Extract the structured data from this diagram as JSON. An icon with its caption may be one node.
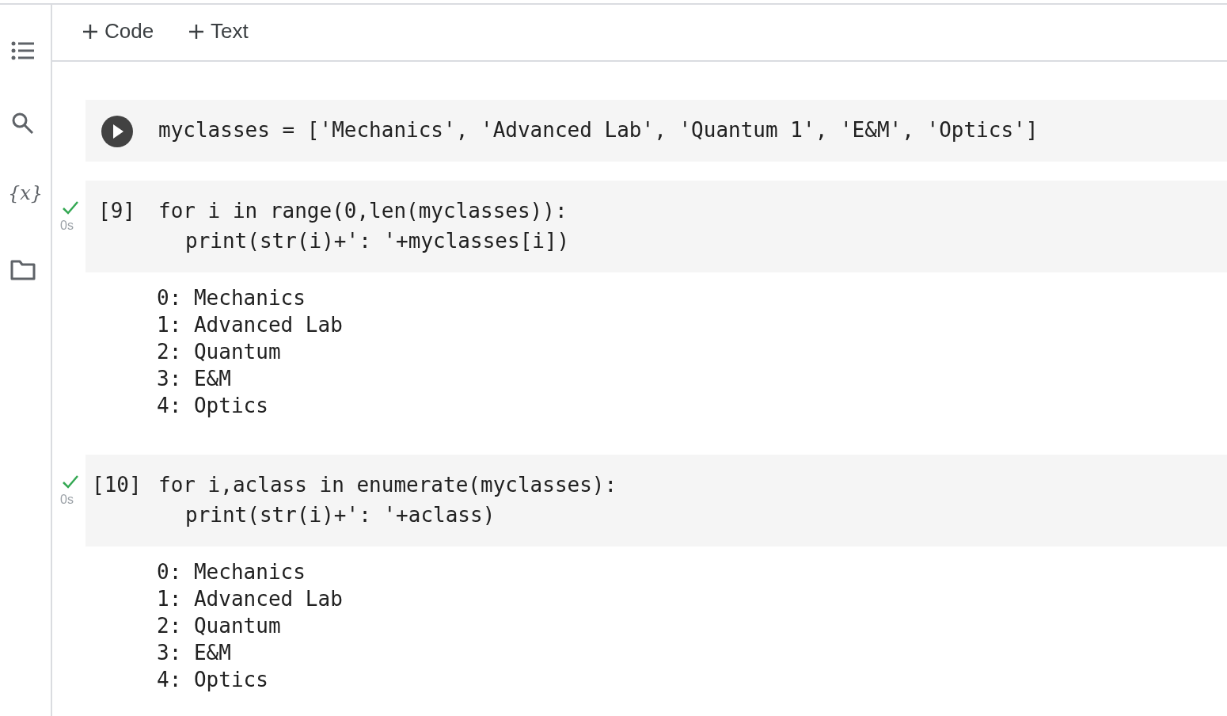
{
  "diagram": {
    "labels": [
      "Code",
      "Text",
      "{x}",
      "myclasses = ['Mechanics', 'Advanced Lab', 'Quantum 1', 'E&M', 'Optics']",
      "[9]",
      "0s",
      "for i in range(0,len(myclasses)):",
      "print(str(i)+': '+myclasses[i])",
      "0: Mechanics",
      "1: Advanced Lab",
      "2: Quantum",
      "3: E&M",
      "4: Optics",
      "[10]",
      "0s",
      "for i,aclass in enumerate(myclasses):",
      "print(str(i)+': '+aclass)",
      "0: Mechanics",
      "1: Advanced Lab",
      "2: Quantum",
      "3: E&M",
      "4: Optics"
    ]
  }
}
